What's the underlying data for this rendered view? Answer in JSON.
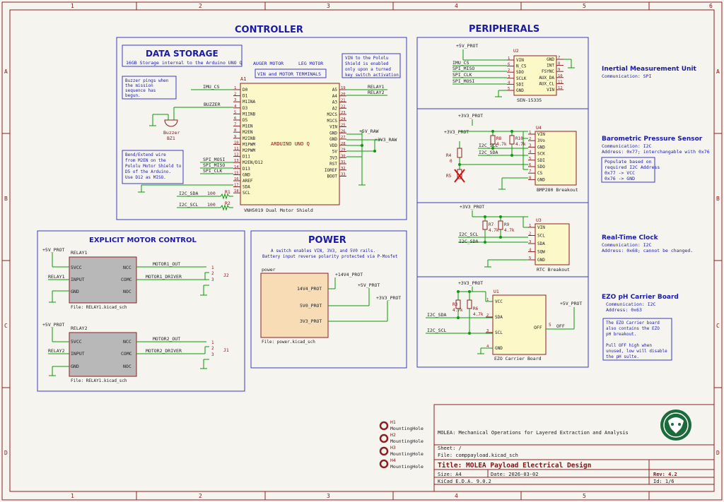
{
  "colors": {
    "border": "#8a2020",
    "wire": "#0a9a0a",
    "box_blue": "#3a3ac0",
    "chip_fill": "#fdf8c8",
    "chip_stroke": "#8a2020",
    "relay_fill": "#b8b8b8",
    "power_fill": "#f7dcb5",
    "logo_green": "#1b6b3a"
  },
  "grid": {
    "top": [
      "1",
      "2",
      "3",
      "4",
      "5",
      "6"
    ],
    "side": [
      "A",
      "B",
      "C",
      "D"
    ]
  },
  "controller": {
    "title": "CONTROLLER",
    "data_storage_title": "DATA STORAGE",
    "data_storage_subtitle": "16GB Storage internal to the Arduino UNO Q",
    "auger_label": "AUGER MOTOR",
    "leg_label": "LEG MOTOR",
    "terminals_label": "VIN and MOTOR TERMINALS",
    "vin_note": [
      "VIN to the Pololu",
      "Shield is enabled",
      "only upon a turned",
      "key switch activation."
    ],
    "buzzer_note": [
      "Buzzer pings when",
      "the mission",
      "sequence has",
      "begun."
    ],
    "bend_note": [
      "Bend/Extend wire",
      "from M2EN on the",
      "Pololu Motor Shield to",
      "D5 of the Arduino.",
      "Use D12 as MISO."
    ],
    "buzzer_ref": "Buzzer",
    "buzzer_val": "BZ1",
    "chip_ref": "A1",
    "chip_value": "ARDUINO UNO Q",
    "chip_footer": "VNH5019 Dual Motor Shield",
    "left_pins": [
      {
        "name": "D0",
        "num": "1"
      },
      {
        "name": "D1",
        "num": "2"
      },
      {
        "name": "M1INA",
        "num": "3"
      },
      {
        "name": "D3",
        "num": "4"
      },
      {
        "name": "M1INB",
        "num": "5"
      },
      {
        "name": "D5",
        "num": "6"
      },
      {
        "name": "M1EN",
        "num": "7"
      },
      {
        "name": "M2EN",
        "num": "8"
      },
      {
        "name": "M2INB",
        "num": "9"
      },
      {
        "name": "M1PWM",
        "num": "10"
      },
      {
        "name": "M2PWM",
        "num": "11"
      },
      {
        "name": "D11",
        "num": "12"
      },
      {
        "name": "M2EN/D12",
        "num": "13"
      },
      {
        "name": "D13",
        "num": "14"
      },
      {
        "name": "GND",
        "num": "15"
      },
      {
        "name": "AREF",
        "num": "16"
      },
      {
        "name": "SDA",
        "num": "17"
      },
      {
        "name": "SCL",
        "num": "18"
      }
    ],
    "right_pins": [
      {
        "name": "A5",
        "num": "19"
      },
      {
        "name": "A4",
        "num": "20"
      },
      {
        "name": "A3",
        "num": "21"
      },
      {
        "name": "A2",
        "num": "22"
      },
      {
        "name": "M2CS",
        "num": "23"
      },
      {
        "name": "M1CS",
        "num": "24"
      },
      {
        "name": "VIN",
        "num": "25"
      },
      {
        "name": "GND",
        "num": "26"
      },
      {
        "name": "GND",
        "num": "27"
      },
      {
        "name": "VDD",
        "num": "28"
      },
      {
        "name": "5V",
        "num": "29"
      },
      {
        "name": "3V3",
        "num": "30"
      },
      {
        "name": "RST",
        "num": "31"
      },
      {
        "name": "IOREF",
        "num": "32"
      },
      {
        "name": "BOOT",
        "num": "33"
      }
    ],
    "nets": {
      "imu_cs": "IMU_CS",
      "buzzer": "BUZZER",
      "spi_mosi": "SPI_MOSI",
      "spi_miso": "SPI_MISO",
      "spi_clk": "SPI_CLK",
      "i2c_sda": "I2C_SDA",
      "i2c_scl": "I2C_SCL",
      "relay1": "RELAY1",
      "relay2": "RELAY2",
      "p5v_raw": "+5V_RAW",
      "p3v3_raw": "+3V3_RAW"
    },
    "r1": "R1",
    "r1_val": "100",
    "r2": "R2",
    "r2_val": "100"
  },
  "motor": {
    "title": "EXPLICIT MOTOR CONTROL",
    "p5v": "+5V_PROT",
    "relay1": {
      "ref": "RELAY1",
      "file": "File: RELAY1.kicad_sch",
      "in_net": "RELAY1",
      "out1": "MOTOR1_OUT",
      "out2": "MOTOR1_DRIVER",
      "conn": "J2"
    },
    "relay2": {
      "ref": "RELAY2",
      "file": "File: RELAY1.kicad_sch",
      "in_net": "RELAY2",
      "out1": "MOTOR2_OUT",
      "out2": "MOTOR2_DRIVER",
      "conn": "J1"
    },
    "pins_left": [
      "5VCC",
      "INPUT",
      "GND"
    ],
    "pins_right": [
      "NCC",
      "COMC",
      "NOC"
    ],
    "conn_pins": [
      "1",
      "2",
      "3"
    ]
  },
  "power": {
    "title": "POWER",
    "note1": "A switch enables VIN, 3V3, and 5V0 rails.",
    "note2": "Battery input reverse polarity protected via P-Mosfet",
    "sheet_name": "power",
    "file": "File: power.kicad_sch",
    "pins": [
      "14V4_PROT",
      "5V0_PROT",
      "3V3_PROT"
    ],
    "nets": [
      "+14V4_PROT",
      "+5V_PROT",
      "+3V3_PROT"
    ]
  },
  "peripherals": {
    "title": "PERIPHERALS",
    "imu": {
      "ref": "U2",
      "part": "SEN-15335",
      "title": "Inertial Measurement Unit",
      "comm": "Communication: SPI",
      "p5v": "+5V_PROT",
      "left": [
        {
          "num": "1",
          "name": "VIN"
        },
        {
          "num": "6",
          "name": "N_CS"
        },
        {
          "num": "2",
          "name": "SDO"
        },
        {
          "num": "3",
          "name": "SCLK"
        },
        {
          "num": "4",
          "name": "SDI"
        },
        {
          "num": "5",
          "name": "GND"
        }
      ],
      "right": [
        {
          "num": "7",
          "name": "GND"
        },
        {
          "num": "8",
          "name": "INT"
        },
        {
          "num": "9",
          "name": "FSYNC"
        },
        {
          "num": "10",
          "name": "AUX_DA"
        },
        {
          "num": "11",
          "name": "AUX_CL"
        },
        {
          "num": "12",
          "name": "VIN"
        }
      ],
      "nets": [
        "IMU_CS",
        "SPI_MISO",
        "SPI_CLK",
        "SPI_MOSI"
      ]
    },
    "bmp": {
      "ref": "U4",
      "part": "BMP280 Breakout",
      "title": "Barometric Pressure Sensor",
      "comm": "Communication: I2C",
      "addr": "Address: 0x77; interchangable with 0x76",
      "note": [
        "Populate based on",
        "required I2C Address",
        "0x77 -> VCC",
        "0x76 -> GND"
      ],
      "pins": [
        {
          "num": "1",
          "name": "VIN"
        },
        {
          "num": "2",
          "name": "3Vo"
        },
        {
          "num": "3",
          "name": "GND"
        },
        {
          "num": "4",
          "name": "SCK"
        },
        {
          "num": "5",
          "name": "SDI"
        },
        {
          "num": "6",
          "name": "SDO"
        },
        {
          "num": "7",
          "name": "CS"
        },
        {
          "num": "8",
          "name": "GND"
        }
      ],
      "p3v3": "+3V3_PROT",
      "r8": "R8",
      "r10": "R10",
      "rval": "4.7k",
      "r4": "R4",
      "r4val": "0",
      "r5": "R5",
      "nets": [
        "I2C_SCL",
        "I2C_SDA"
      ]
    },
    "rtc": {
      "ref": "U3",
      "part": "RTC Breakout",
      "title": "Real-Time Clock",
      "comm": "Communication: I2C",
      "addr": "Address: 0x68; cannot be changed.",
      "pins": [
        {
          "num": "1",
          "name": "VIN"
        },
        {
          "num": "2",
          "name": "SCL"
        },
        {
          "num": "3",
          "name": "SDA"
        },
        {
          "num": "4",
          "name": "SQW"
        },
        {
          "num": "5",
          "name": "GND"
        }
      ],
      "p3v3": "+3V3_PROT",
      "r7": "R7",
      "r9": "R9",
      "rval": "4.7k",
      "nets": [
        "I2C_SCL",
        "I2C_SDA"
      ]
    },
    "ezo": {
      "ref": "U1",
      "part": "EZO Carrier Board",
      "title": "EZO pH Carrier Board",
      "comm": "Communication: I2C",
      "addr": "Address: 0x63",
      "note": [
        "The EZO Carrier board",
        "also contains the EZO",
        "pH breakout.",
        "",
        "Pull OFF high when",
        "unused, low will disable",
        "the pH sulte."
      ],
      "left": [
        {
          "num": "1",
          "name": "VCC"
        },
        {
          "num": "2",
          "name": "SDA"
        },
        {
          "num": "3",
          "name": "SCL"
        },
        {
          "num": "4",
          "name": "GND"
        }
      ],
      "off_num": "5",
      "off": "OFF",
      "off_net": "OFF",
      "p3v3": "+3V3_PROT",
      "p5v": "+5V_PROT",
      "r3": "R3",
      "r6": "R6",
      "rval": "4.7k",
      "nets": [
        "I2C_SDA",
        "I2C_SCL"
      ]
    }
  },
  "mounting": [
    {
      "ref": "H1",
      "val": "MountingHole"
    },
    {
      "ref": "H2",
      "val": "MountingHole"
    },
    {
      "ref": "H3",
      "val": "MountingHole"
    },
    {
      "ref": "H4",
      "val": "MountingHole"
    }
  ],
  "title_block": {
    "project": "MOLEA: Mechanical Operations for Layered Extraction and Analysis",
    "sheet": "Sheet: /",
    "file": "File: comppayload.kicad_sch",
    "title": "Title: MOLEA Payload Electrical Design",
    "size": "Size: A4",
    "date": "Date: 2026-03-02",
    "rev": "Rev: 4.2",
    "tool": "KiCad E.D.A. 9.0.2",
    "id": "Id: 1/6"
  }
}
